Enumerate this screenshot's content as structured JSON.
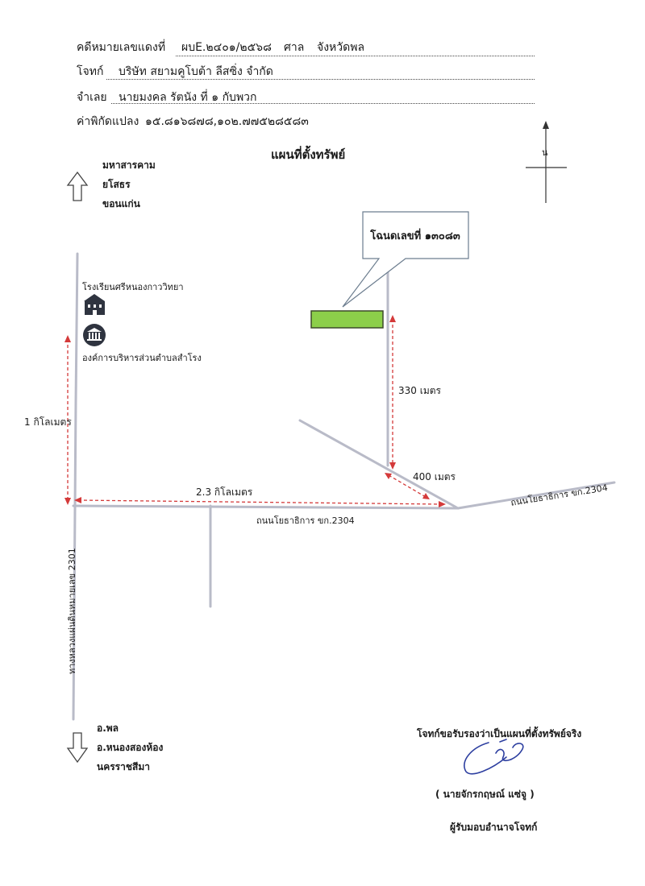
{
  "header": {
    "case_label": "คดีหมายเลขแดงที่",
    "case_value": "ผบE.๒๔๐๑/๒๕๖๘",
    "court_label": "ศาล",
    "court_value": "จังหวัดพล",
    "plaintiff_label": "โจทก์",
    "plaintiff_value": "บริษัท สยามคูโบต้า ลีสซิ่ง  จำกัด",
    "defendant_label": "จำเลย",
    "defendant_value": "นายมงคล รัตนัง ที่ ๑ กับพวก",
    "coord_label": "ค่าพิกัดแปลง",
    "coord_value": "๑๕.๘๑๖๘๗๘,๑๐๒.๗๗๕๒๘๕๘๓"
  },
  "map": {
    "title": "แผนที่ตั้งทรัพย์",
    "north_label": "น",
    "north_destinations": [
      "มหาสารคาม",
      "ยโสธร",
      "ขอนแก่น"
    ],
    "south_destinations": [
      "อ.พล",
      "อ.หนองสองห้อง",
      "นครราชสีมา"
    ],
    "deed_label": "โฉนดเลขที่  ๑๓๐๘๓",
    "school_label": "โรงเรียนศรีหนองกาววิทยา",
    "sao_label": "องค์การบริหารส่วนตำบลสำโรง",
    "highway_label": "ทางหลวงแผ่นดินหมายเลข 2301",
    "road_label_1": "ถนนโยธาธิการ ขก.2304",
    "road_label_2": "ถนนโยธาธิการ ขก.2304",
    "dist_1km": "1 กิโลเมตร",
    "dist_23km": "2.3 กิโลเมตร",
    "dist_330m": "330 เมตร",
    "dist_400m": "400 เมตร",
    "colors": {
      "road": "#b9bbc8",
      "dimension": "#d43a3a",
      "parcel": "#8ccf4a",
      "icon": "#2f3440"
    }
  },
  "certification": {
    "statement": "โจทก์ขอรับรองว่าเป็นแผนที่ตั้งทรัพย์จริง",
    "name": "(     นายจักรกฤษณ์ แซ่จู      )",
    "role": "ผู้รับมอบอำนาจโจทก์"
  }
}
